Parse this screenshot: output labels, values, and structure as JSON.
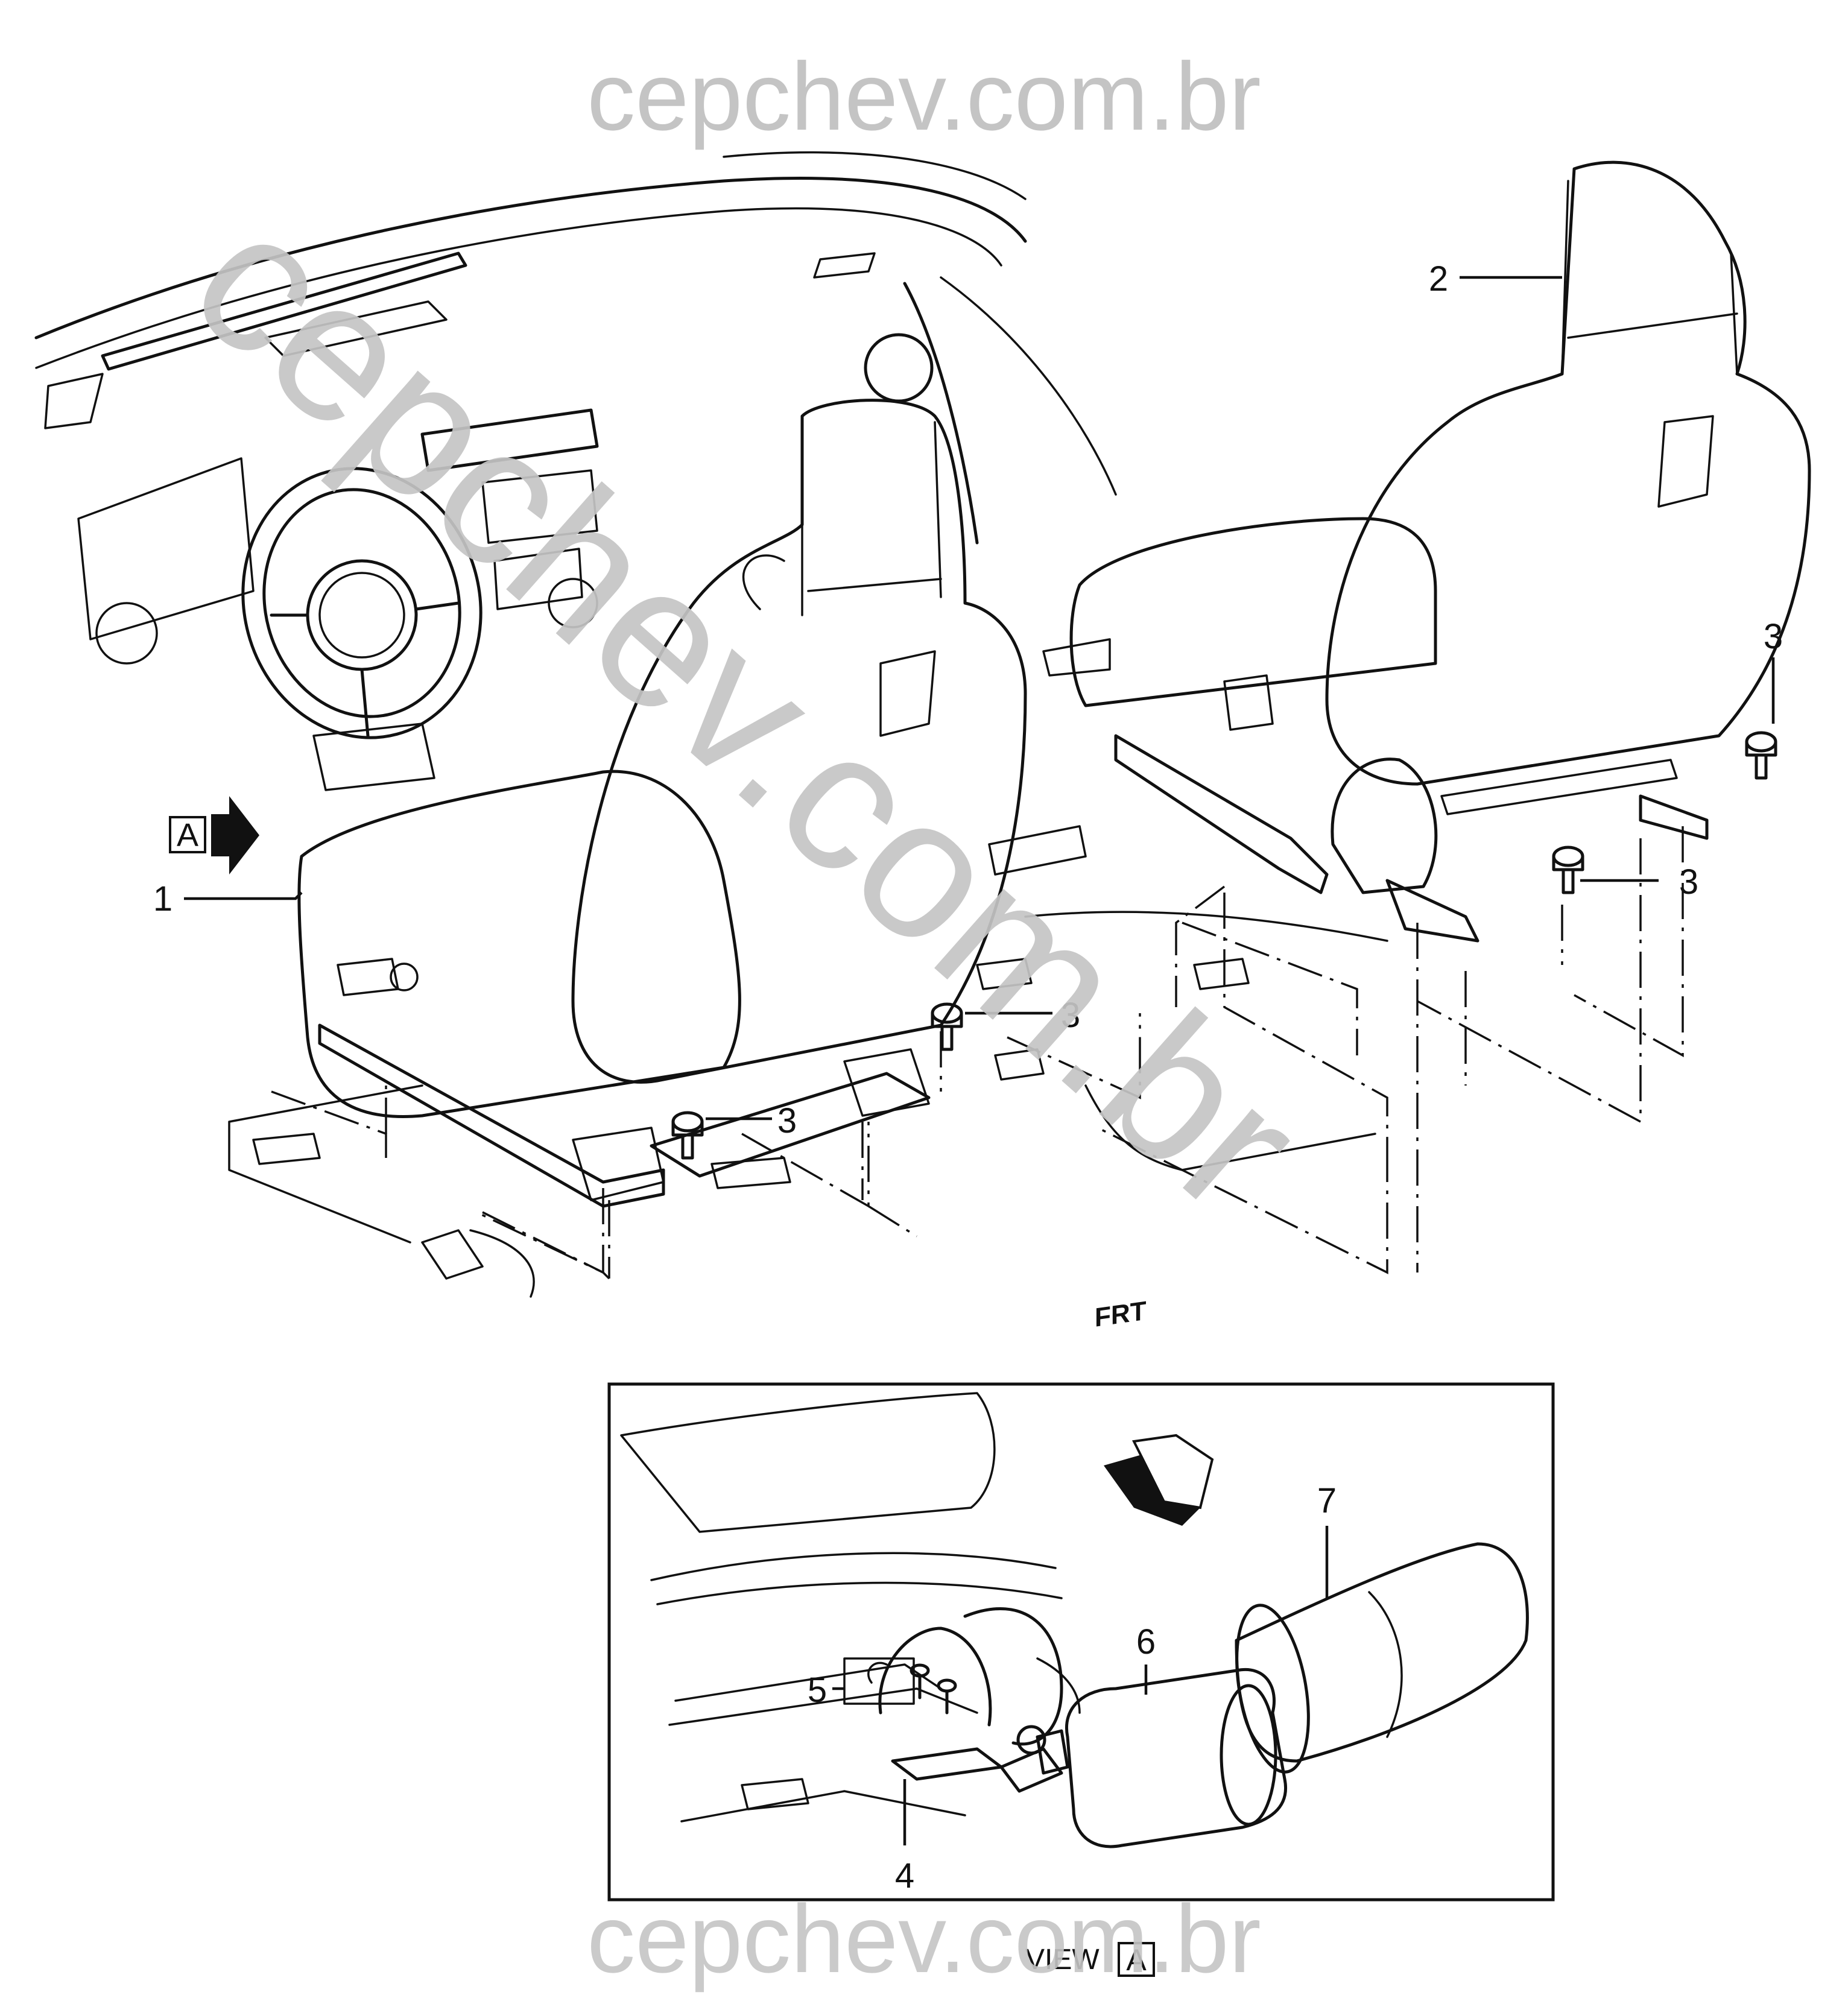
{
  "watermark": {
    "top": "cepchev.com.br",
    "bottom": "cepchev.com.br",
    "diagonal": "cepchev.com.br",
    "color": "#c4c4c4"
  },
  "view_marker": {
    "letter": "A"
  },
  "inset": {
    "view_word": "VIEW",
    "view_letter": "A",
    "front_label": "FRT"
  },
  "callouts": {
    "c1": "1",
    "c2": "2",
    "c3a": "3",
    "c3b": "3",
    "c3c": "3",
    "c3d": "3",
    "c4": "4",
    "c5": "5",
    "c6": "6",
    "c7": "7"
  }
}
